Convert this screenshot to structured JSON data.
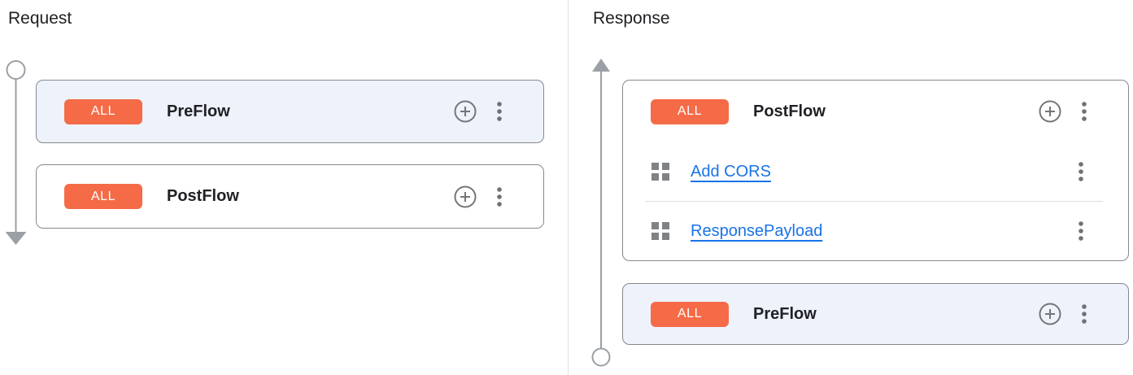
{
  "colors": {
    "badge_bg": "#F56B47",
    "highlight_card_bg": "#EEF2FB",
    "card_border": "#85898E",
    "link": "#1A73E8",
    "icon_gray": "#757575",
    "timeline_gray": "#9AA0A6",
    "text": "#202124",
    "divider": "#E0E0E0"
  },
  "request_panel": {
    "title": "Request",
    "flows": [
      {
        "badge": "ALL",
        "name": "PreFlow",
        "highlighted": true,
        "policies": []
      },
      {
        "badge": "ALL",
        "name": "PostFlow",
        "highlighted": false,
        "policies": []
      }
    ]
  },
  "response_panel": {
    "title": "Response",
    "flows": [
      {
        "badge": "ALL",
        "name": "PostFlow",
        "highlighted": false,
        "policies": [
          "Add CORS",
          "ResponsePayload"
        ]
      },
      {
        "badge": "ALL",
        "name": "PreFlow",
        "highlighted": true,
        "policies": []
      }
    ]
  },
  "icons": {
    "add": "add-circle-outline-icon",
    "menu": "three-dot-menu-icon",
    "policy": "drag-grid-icon"
  }
}
